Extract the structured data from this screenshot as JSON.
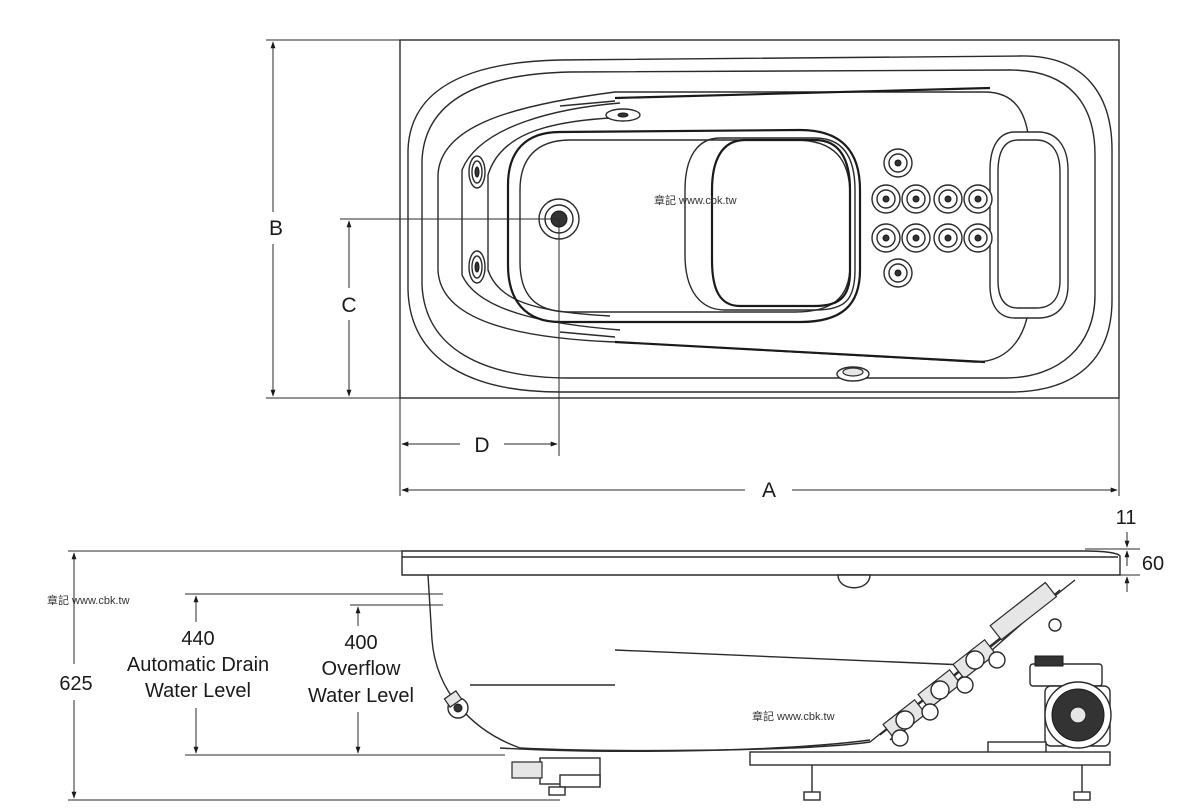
{
  "plan_view": {
    "dim_a": "A",
    "dim_b": "B",
    "dim_c": "C",
    "dim_d": "D"
  },
  "side_view": {
    "overall_height": "625",
    "rim_offset": "11",
    "rim_thickness": "60",
    "auto_drain": {
      "value": "440",
      "line1": "Automatic Drain",
      "line2": "Water Level"
    },
    "overflow": {
      "value": "400",
      "line1": "Overflow",
      "line2": "Water Level"
    }
  },
  "watermarks": [
    "章記 www.cbk.tw",
    "章記 www.cbk.tw",
    "章記 www.cbk.tw"
  ]
}
